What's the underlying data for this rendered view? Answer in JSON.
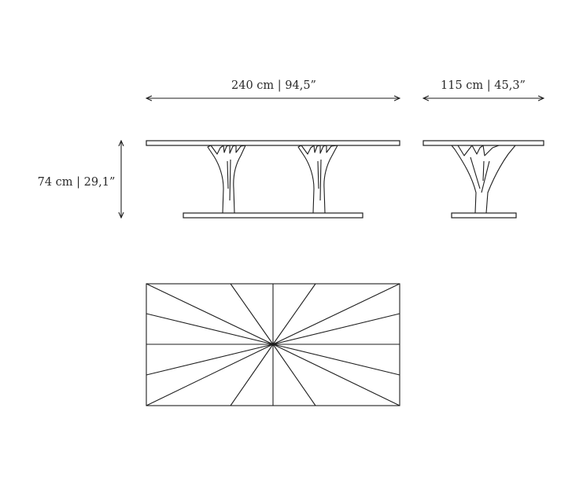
{
  "dimensions": {
    "length_label": "240 cm | 94,5”",
    "depth_label": "115 cm | 45,3”",
    "height_label": "74 cm | 29,1”"
  }
}
